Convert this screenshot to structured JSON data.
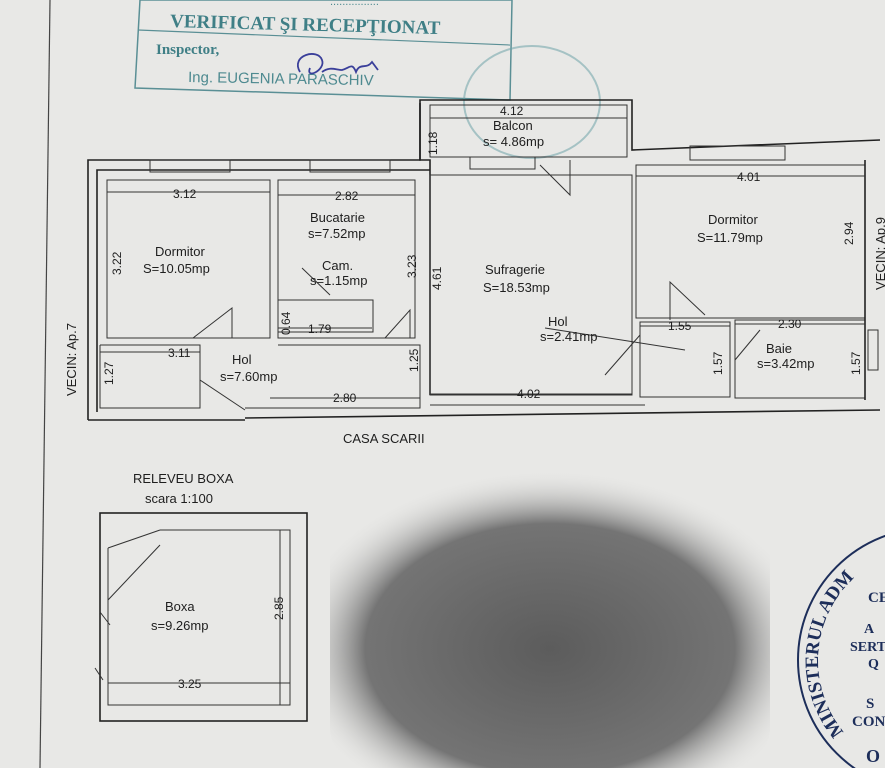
{
  "stamp": {
    "top_line": "................",
    "title": "VERIFICAT ŞI RECEPŢIONAT",
    "role": "Inspector,",
    "name": "Ing. EUGENIA PARASCHIV",
    "signature": "Paraschiv"
  },
  "plan": {
    "balcon": {
      "name": "Balcon",
      "area": "s= 4.86mp",
      "width": "4.12",
      "depth": "1.18"
    },
    "dormitor_left": {
      "name": "Dormitor",
      "area": "S=10.05mp",
      "width": "3.12",
      "depth": "3.22"
    },
    "bucatarie": {
      "name": "Bucatarie",
      "area": "s=7.52mp",
      "width": "2.82",
      "depth": "3.23"
    },
    "camara": {
      "name": "Cam.",
      "area": "s=1.15mp",
      "width": "1.79",
      "depth": "0.64"
    },
    "sufragerie": {
      "name": "Sufragerie",
      "area": "S=18.53mp",
      "depth": "4.61",
      "width": "4.02"
    },
    "dormitor_right": {
      "name": "Dormitor",
      "area": "S=11.79mp",
      "width": "4.01",
      "depth": "2.94"
    },
    "hol_right": {
      "name": "Hol",
      "area": "s=2.41mp",
      "width": "1.55",
      "depth": "1.57"
    },
    "baie": {
      "name": "Baie",
      "area": "s=3.42mp",
      "width": "2.30",
      "depth": "1.57"
    },
    "hol_left": {
      "name": "Hol",
      "area": "s=7.60mp",
      "width": "3.11",
      "depth": "1.27",
      "width2": "2.80",
      "depth2": "1.25"
    },
    "vecin_left": "VECIN: Ap.7",
    "vecin_right": "VECIN: Ap.9",
    "casa_scarii": "CASA SCARII"
  },
  "boxa": {
    "title": "RELEVEU BOXA",
    "scale": "scara 1:100",
    "name": "Boxa",
    "area": "s=9.26mp",
    "depth": "2.85",
    "width": "3.25"
  },
  "round_stamp": {
    "arc_text": "MINISTERUL ADM",
    "line1": "CE",
    "line2": "A",
    "line3": "SERT",
    "line4": "Q",
    "line5": "S",
    "line6": "CON",
    "line7": "O"
  }
}
